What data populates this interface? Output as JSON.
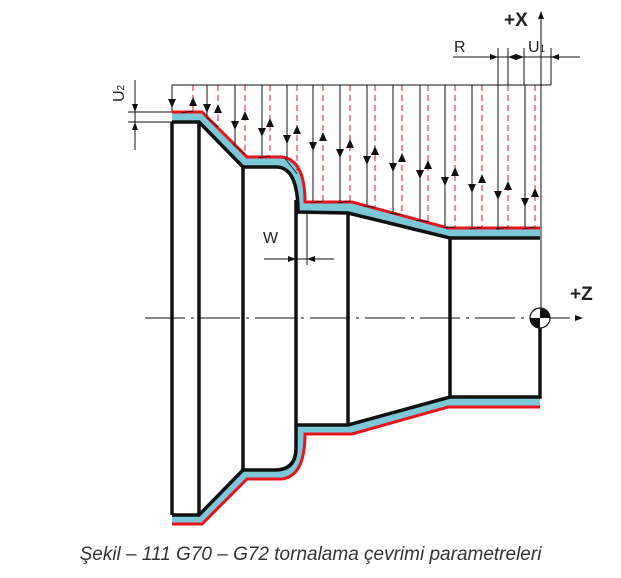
{
  "figure": {
    "axis_x_label": "+X",
    "axis_z_label": "+Z",
    "dim_r_label": "R",
    "dim_u1_label": "U",
    "dim_u1_sub": "1",
    "dim_u2_label": "U",
    "dim_u2_sub": "2",
    "dim_w_label": "W",
    "colors": {
      "finish_allowance": "#7cc8d8",
      "tool_path": "#e8141c",
      "outline": "#111111"
    }
  },
  "caption": "Şekil – 111  G70 – G72 tornalama çevrimi parametreleri"
}
